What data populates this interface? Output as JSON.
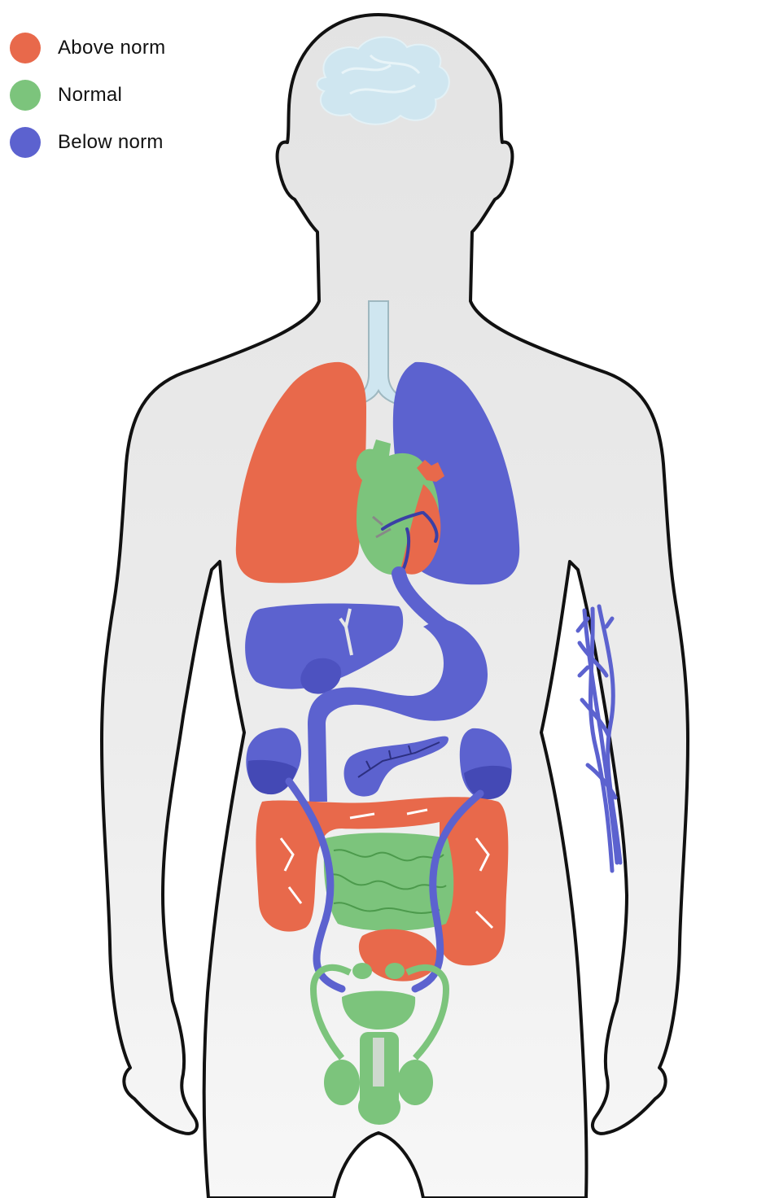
{
  "legend": {
    "items": [
      {
        "label": "Above norm",
        "color": "#e8694b"
      },
      {
        "label": "Normal",
        "color": "#7cc47c"
      },
      {
        "label": "Below norm",
        "color": "#5c62cf"
      }
    ]
  },
  "organs": {
    "brain": "#cfe6f0",
    "trachea": "#cfe6f0",
    "right-lung": "above",
    "left-lung": "below",
    "heart-main": "normal",
    "heart-ventricle": "above",
    "liver": "below",
    "gallbladder": "below",
    "stomach": "below",
    "esophagus": "below",
    "pancreas": "below",
    "kidneys": "below",
    "ureters": "below",
    "large-intestine": "above",
    "small-intestine": "normal",
    "rectum": "above",
    "bladder": "normal",
    "reproductive-organs": "normal",
    "arm-veins": "below"
  },
  "colors": {
    "above": "#e8694b",
    "normal": "#7cc47c",
    "below": "#5c62cf",
    "body_fill": "#e6e6e6",
    "outline": "#111111"
  }
}
